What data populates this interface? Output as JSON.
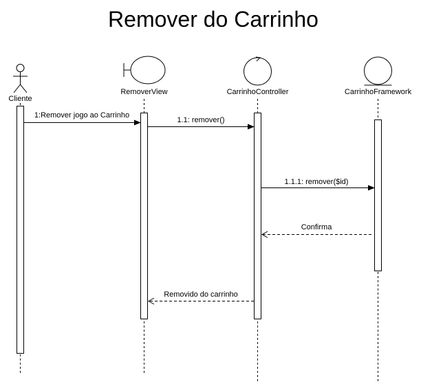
{
  "title": "Remover do Carrinho",
  "participants": {
    "cliente": "Cliente",
    "view": "RemoverView",
    "controller": "CarrinhoController",
    "framework": "CarrinhoFramework"
  },
  "messages": {
    "m1": "1:Remover jogo ao Carrinho",
    "m2": "1.1: remover()",
    "m3": "1.1.1: remover($id)",
    "m4": "Confirma",
    "m5": "Removido do carrinho"
  }
}
